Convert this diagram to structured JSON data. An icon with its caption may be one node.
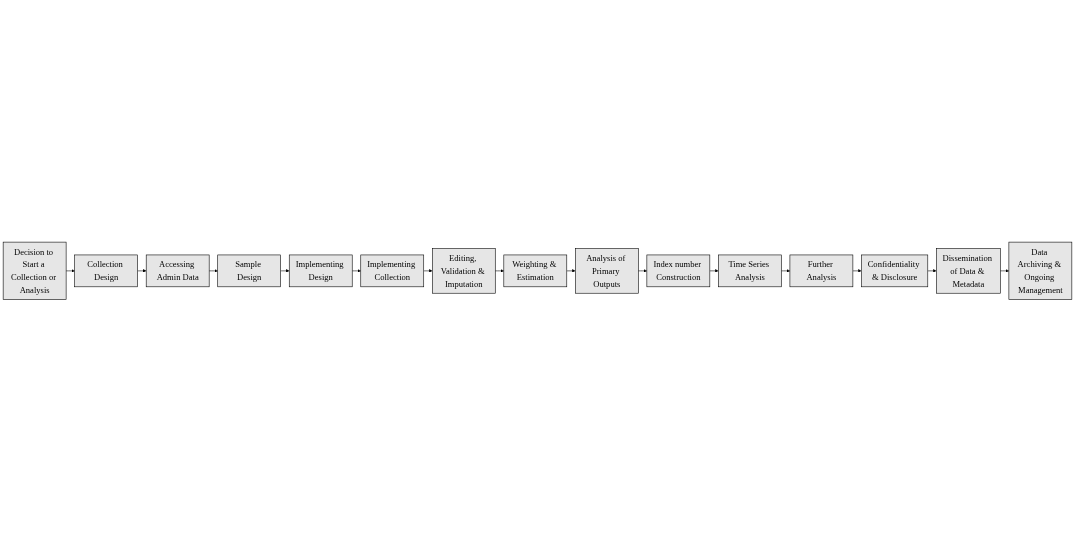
{
  "diagram": {
    "nodes": [
      {
        "text": [
          "Decision to Start a Collection or Analysis"
        ]
      },
      {
        "text": [
          "Collection Design"
        ]
      },
      {
        "text": [
          "Accessing Admin Data"
        ]
      },
      {
        "text": [
          "Sample Design"
        ]
      },
      {
        "text": [
          "Implementing Design"
        ]
      },
      {
        "text": [
          "Implementing Collection"
        ]
      },
      {
        "text": [
          "Editing, Validation & Imputation"
        ]
      },
      {
        "text": [
          "Weighting & Estimation"
        ]
      },
      {
        "text": [
          "Analysis of Primary Outputs"
        ]
      },
      {
        "text": [
          "Index number Construction"
        ]
      },
      {
        "text": [
          "Time Series Analysis"
        ]
      },
      {
        "text": [
          "Further Analysis"
        ]
      },
      {
        "text": [
          "Confidentiality & Disclosure"
        ]
      },
      {
        "text": [
          "Dissemination of Data & Metadata"
        ]
      },
      {
        "text": [
          "Data Archiving & Ongoing Management"
        ]
      }
    ],
    "edges": [
      {
        "from": 0,
        "to": 1,
        "arrow": "to"
      },
      {
        "from": 1,
        "to": 2,
        "arrow": "to"
      },
      {
        "from": 2,
        "to": 3,
        "arrow": "to"
      },
      {
        "from": 3,
        "to": 4,
        "arrow": "to"
      },
      {
        "from": 4,
        "to": 5,
        "arrow": "to"
      },
      {
        "from": 5,
        "to": 6,
        "arrow": "to"
      },
      {
        "from": 6,
        "to": 7,
        "arrow": "to"
      },
      {
        "from": 7,
        "to": 8,
        "arrow": "to"
      },
      {
        "from": 8,
        "to": 9,
        "arrow": "to"
      },
      {
        "from": 9,
        "to": 10,
        "arrow": "to"
      },
      {
        "from": 10,
        "to": 11,
        "arrow": "to"
      },
      {
        "from": 11,
        "to": 12,
        "arrow": "to"
      },
      {
        "from": 12,
        "to": 13,
        "arrow": "to"
      },
      {
        "from": 13,
        "to": 14,
        "arrow": "to"
      }
    ]
  }
}
